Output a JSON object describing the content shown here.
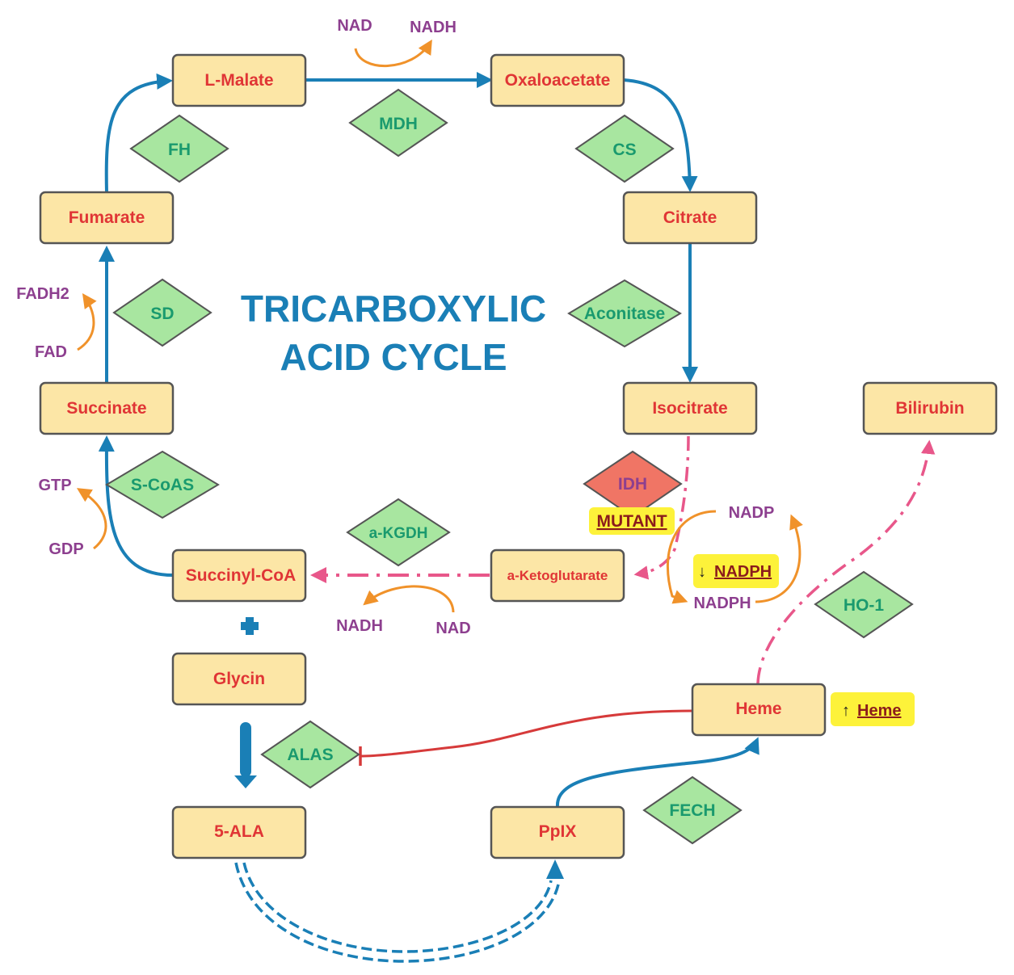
{
  "title": {
    "line1": "TRICARBOXYLIC",
    "line2": "ACID CYCLE"
  },
  "metabolites": {
    "malate": "L-Malate",
    "oxaloacetate": "Oxaloacetate",
    "citrate": "Citrate",
    "isocitrate": "Isocitrate",
    "ketoglutarate": "a-Ketoglutarate",
    "succinyl_coa": "Succinyl-CoA",
    "succinate": "Succinate",
    "fumarate": "Fumarate",
    "glycin": "Glycin",
    "ala": "5-ALA",
    "ppix": "PpIX",
    "heme": "Heme",
    "bilirubin": "Bilirubin"
  },
  "enzymes": {
    "mdh": "MDH",
    "cs": "CS",
    "aconitase": "Aconitase",
    "idh": "IDH",
    "akgdh": "a-KGDH",
    "scoas": "S-CoAS",
    "sd": "SD",
    "fh": "FH",
    "alas": "ALAS",
    "fech": "FECH",
    "ho1": "HO-1"
  },
  "cofactors": {
    "nad_top": "NAD",
    "nadh_top": "NADH",
    "fadh2": "FADH2",
    "fad": "FAD",
    "gtp": "GTP",
    "gdp": "GDP",
    "nadh_bottom": "NADH",
    "nad_bottom": "NAD",
    "nadp": "NADP",
    "nadph": "NADPH"
  },
  "notes": {
    "mutant": "MUTANT",
    "nadph_arrow": "↓",
    "nadph_label": "NADPH",
    "heme_arrow": "↑",
    "heme_label": "Heme"
  },
  "colors": {
    "box_fill": "#fce6a6",
    "box_stroke": "#555555",
    "diamond_fill": "#a8e6a0",
    "idh_fill": "#f07565",
    "flow_blue": "#1a7fb6",
    "dash_pink": "#e8578a",
    "cofactor_orange": "#f0922a",
    "inhibit_red": "#d63a3a",
    "highlight_yellow": "#fdf23a"
  }
}
